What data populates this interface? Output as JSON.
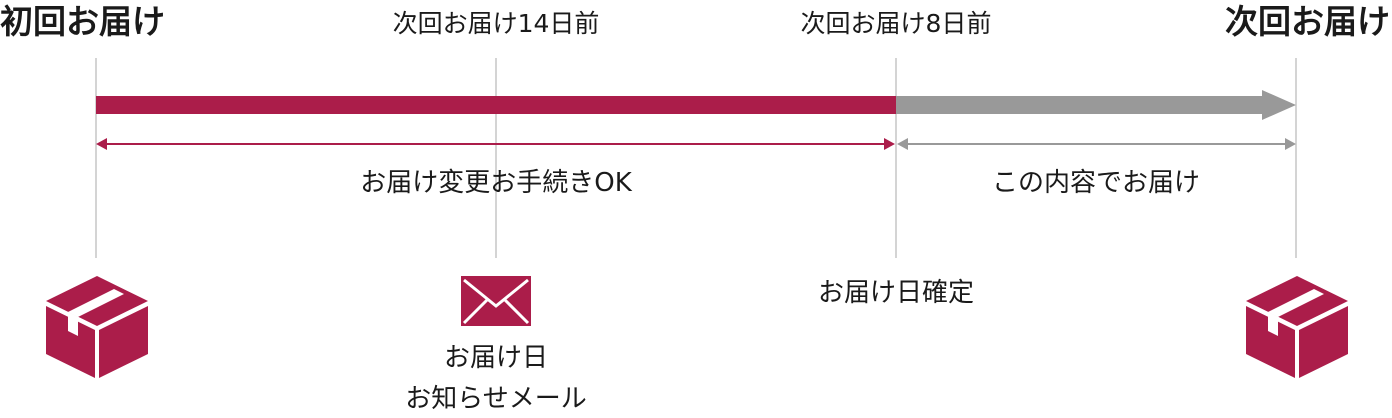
{
  "milestones": {
    "first_delivery": "初回お届け",
    "days_14_before": "次回お届け14日前",
    "days_8_before": "次回お届け8日前",
    "next_delivery": "次回お届け"
  },
  "spans": {
    "changeable": "お届け変更お手続きOK",
    "fixed": "この内容でお届け"
  },
  "events": {
    "notice_line1": "お届け日",
    "notice_line2": "お知らせメール",
    "date_confirmed": "お届け日確定"
  },
  "icons": {
    "first_box": "package-box-icon",
    "mail": "envelope-icon",
    "next_box": "package-box-icon"
  },
  "colors": {
    "accent": "#ab1d4a",
    "gray": "#999999",
    "tick": "#d4d4d4",
    "text": "#1a1a1a"
  }
}
